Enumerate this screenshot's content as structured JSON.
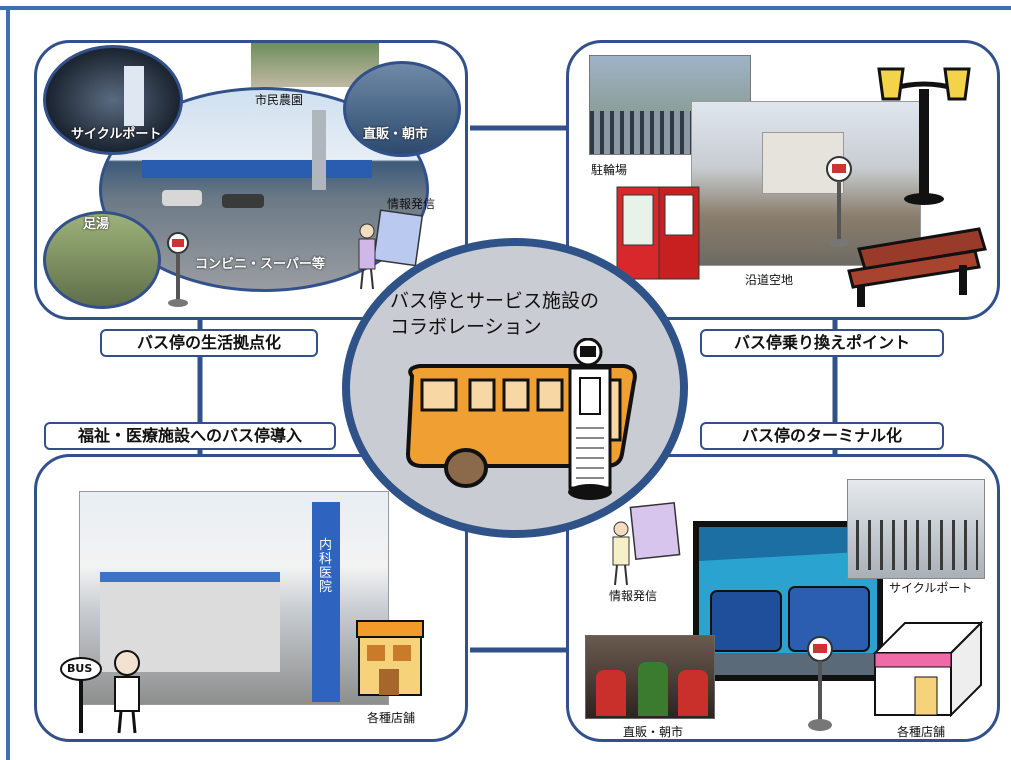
{
  "center": {
    "title_line1": "バス停とサービス施設の",
    "title_line2": "コラボレーション"
  },
  "labels": {
    "top_left": "バス停の生活拠点化",
    "top_right": "バス停乗り換えポイント",
    "bottom_left": "福祉・医療施設へのバス停導入",
    "bottom_right": "バス停のターミナル化"
  },
  "top_left_panel": {
    "cycle_port": "サイクルポート",
    "citizen_farm": "市民農園",
    "direct_sales": "直販・朝市",
    "info": "情報発信",
    "footbath": "足湯",
    "convenience": "コンビニ・スーパー等"
  },
  "top_right_panel": {
    "bicycle_parking": "駐輪場",
    "roadside_lot": "沿道空地"
  },
  "bottom_left_panel": {
    "bus_sign": "BUS",
    "clinic_sign": "内科医院",
    "shops": "各種店舗"
  },
  "bottom_right_panel": {
    "info": "情報発信",
    "cycle_port": "サイクルポート",
    "direct_sales": "直販・朝市",
    "shops": "各種店舗"
  },
  "colors": {
    "frame": "#3f6fb0",
    "border": "#32508a",
    "center_fill": "#c9ccd3",
    "bus_orange": "#f0a033"
  }
}
